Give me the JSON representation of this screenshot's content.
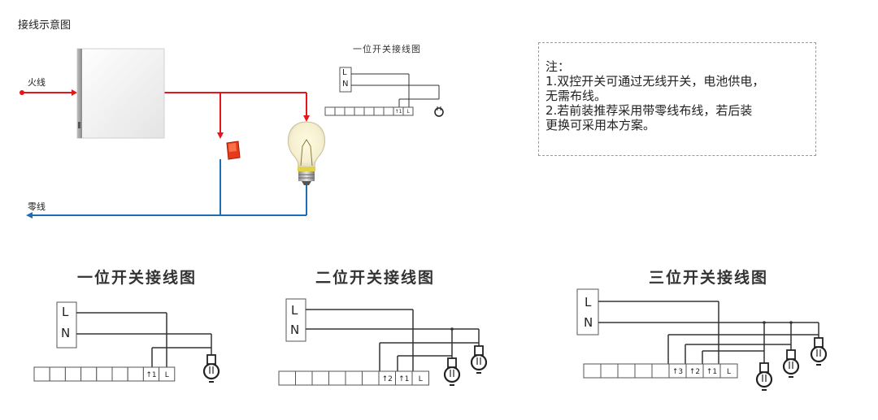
{
  "title": "接线示意图",
  "wiring": {
    "live_label": "火线",
    "neutral_label": "零线"
  },
  "small_diagram": {
    "title": "一位开关接线图",
    "L": "L",
    "N": "N",
    "terminals": [
      "↑1",
      "L"
    ]
  },
  "note": {
    "lines": [
      "注：",
      "1.双控开关可通过无线开关，电池供电，",
      "无需布线。",
      "2.若前装推荐采用带零线布线，若后装",
      "更换可采用本方案。"
    ]
  },
  "diagrams": [
    {
      "title": "一位开关接线图",
      "L": "L",
      "N": "N",
      "terminals": [
        "↑1",
        "L"
      ]
    },
    {
      "title": "二位开关接线图",
      "L": "L",
      "N": "N",
      "terminals": [
        "↑2",
        "↑1",
        "L"
      ]
    },
    {
      "title": "三位开关接线图",
      "L": "L",
      "N": "N",
      "terminals": [
        "↑3",
        "↑2",
        "↑1",
        "L"
      ]
    }
  ],
  "colors": {
    "live": "#e8141b",
    "neutral": "#1f6fb5",
    "wire": "#333333"
  }
}
